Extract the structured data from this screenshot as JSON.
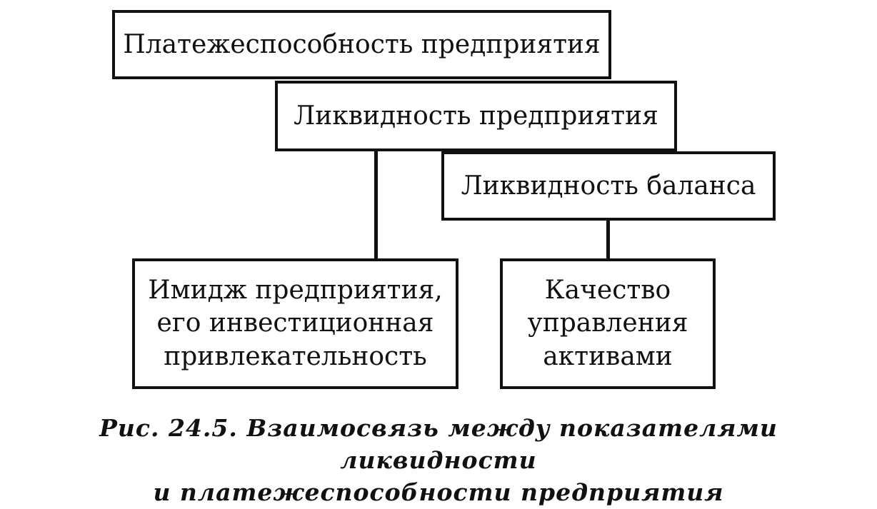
{
  "diagram": {
    "boxes": {
      "solvency": "Платежеспособность предприятия",
      "liquidity_enterprise": "Ликвидность предприятия",
      "liquidity_balance": "Ликвидность баланса",
      "image": [
        "Имидж предприятия,",
        "его инвестиционная",
        "привлекательность"
      ],
      "quality": [
        "Качество",
        "управления",
        "активами"
      ]
    }
  },
  "caption": {
    "line1": "Рис. 24.5. Взаимосвязь между показателями ликвидности",
    "line2": "и платежеспособности предприятия"
  }
}
